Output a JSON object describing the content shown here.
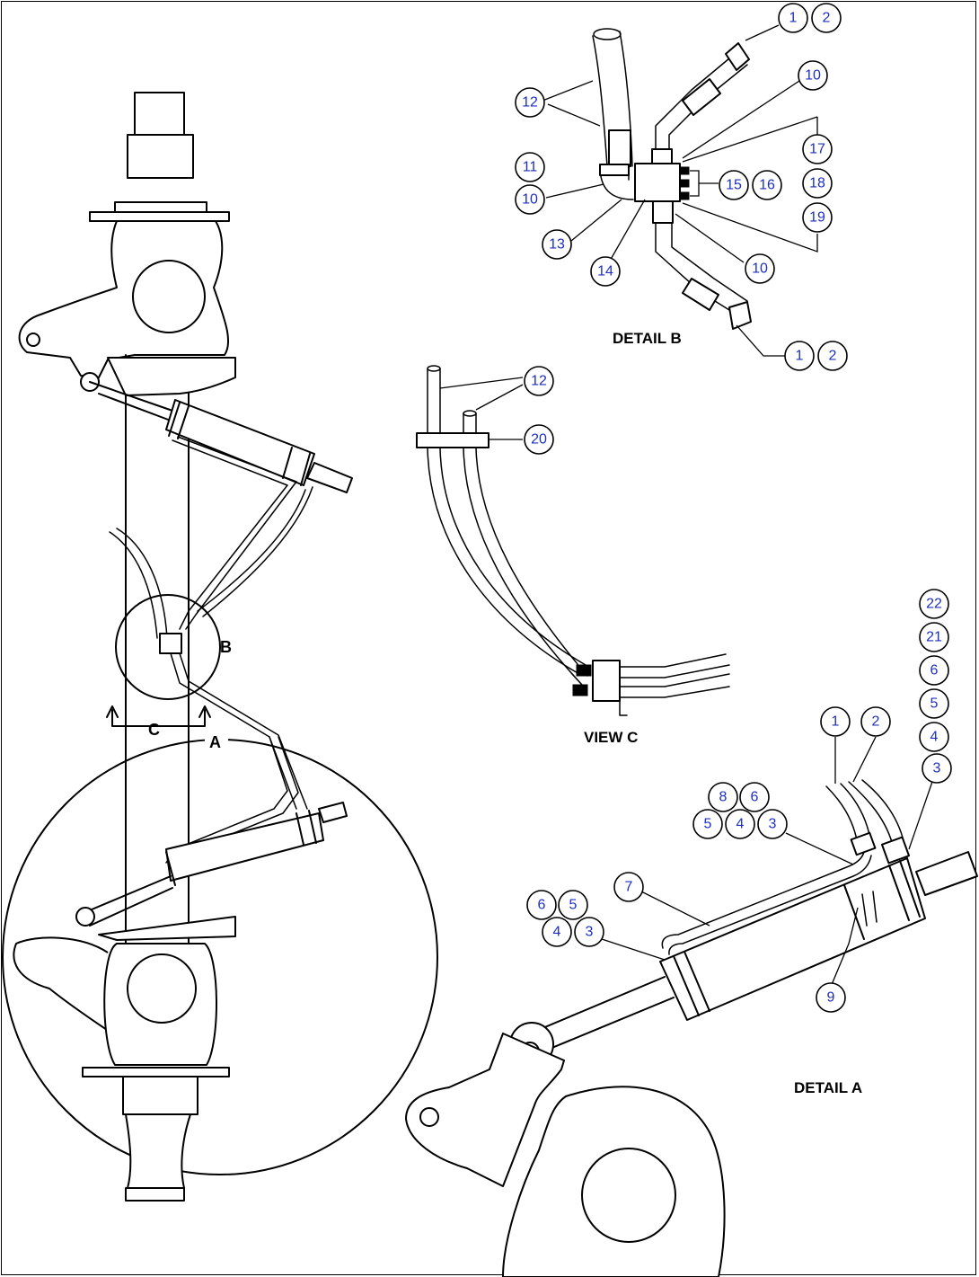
{
  "captions": {
    "detail_b": "DETAIL B",
    "view_c": "VIEW C",
    "detail_a": "DETAIL A"
  },
  "view_letters": {
    "a": "A",
    "b": "B",
    "c": "C"
  },
  "detail_b_balloons": [
    "1",
    "2",
    "12",
    "10",
    "11",
    "10",
    "17",
    "15",
    "16",
    "18",
    "19",
    "13",
    "14",
    "10",
    "1",
    "2"
  ],
  "view_c_balloons": [
    "12",
    "20"
  ],
  "detail_a_balloons": [
    "22",
    "21",
    "6",
    "5",
    "4",
    "3",
    "1",
    "2",
    "8",
    "6",
    "5",
    "4",
    "3",
    "7",
    "6",
    "5",
    "4",
    "3",
    "9"
  ]
}
